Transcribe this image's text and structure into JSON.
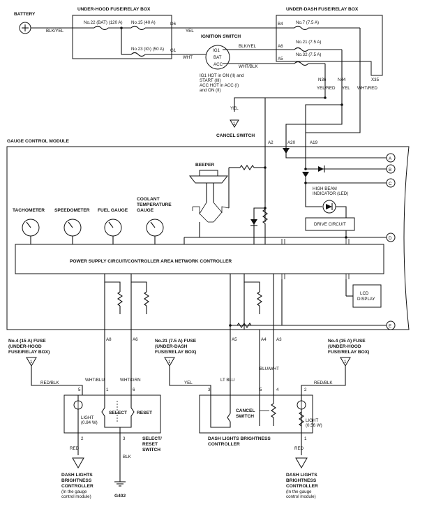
{
  "labels": {
    "battery": "BATTERY",
    "under_hood_box": "UNDER-HOOD FUSE/RELAY BOX",
    "under_dash_box": "UNDER-DASH FUSE/RELAY BOX",
    "fuse22": "No.22 (BAT) (120 A)",
    "fuse15": "No.15 (40 A)",
    "fuse23": "No.23 (IG) (50 A)",
    "fuse7": "No.7 (7.5 A)",
    "fuse21": "No.21 (7.5 A)",
    "fuse32": "No.32 (7.5 A)",
    "ignition_switch": "IGNITION SWITCH",
    "ig1": "IG1",
    "bat": "BAT",
    "acc": "ACC",
    "ign_note": [
      "IG1 HOT in ON (II) and",
      "START (III)",
      "ACC HOT in ACC (I)",
      "and ON (II)"
    ],
    "cancel_switch_top": "CANCEL SWITCH",
    "gcm": "GAUGE CONTROL MODULE",
    "beeper": "BEEPER",
    "tachometer": "TACHOMETER",
    "speedometer": "SPEEDOMETER",
    "fuel_gauge": "FUEL GAUGE",
    "coolant": [
      "COOLANT",
      "TEMPERATURE",
      "GAUGE"
    ],
    "high_beam": [
      "HIGH BEAM",
      "INDICATOR (LED)"
    ],
    "drive_circuit": "DRIVE CIRCUIT",
    "power_supply": "POWER SUPPLY CIRCUIT/CONTROLLER AREA NETWORK CONTROLLER",
    "lcd": [
      "LCD",
      "DISPLAY"
    ],
    "fuse4_left": [
      "No.4 (15 A) FUSE",
      "(UNDER-HOOD",
      "FUSE/RELAY BOX)"
    ],
    "fuse21_mid": [
      "No.21 (7.5 A) FUSE",
      "(UNDER-DASH",
      "FUSE/RELAY BOX)"
    ],
    "fuse4_right": [
      "No.4 (15 A) FUSE",
      "(UNDER-HOOD",
      "FUSE/RELAY BOX)"
    ],
    "light_left": [
      "LIGHT",
      "(0.84 W)"
    ],
    "select": "SELECT",
    "reset": "RESET",
    "select_reset_switch": [
      "SELECT/",
      "RESET",
      "SWITCH"
    ],
    "cancel_switch_bottom": [
      "CANCEL",
      "SWITCH"
    ],
    "light_right": [
      "LIGHT",
      "(0.56 W)"
    ],
    "dash_ctrl_mid": [
      "DASH LIGHTS BRIGHTNESS",
      "CONTROLLER"
    ],
    "dash_ctrl_left": [
      "DASH LIGHTS",
      "BRIGHTNESS",
      "CONTROLLER",
      "(In the gauge",
      "control module)"
    ],
    "dash_ctrl_right": [
      "DASH LIGHTS",
      "BRIGHTNESS",
      "CONTROLLER",
      "(In the gauge",
      "control module)"
    ],
    "ground": "G402"
  },
  "wires": {
    "blk_yel": "BLK/YEL",
    "yel_d6": "YEL",
    "wht_g1": "WHT",
    "blk_yel_a6": "BLK/YEL",
    "wht_blk_a5": "WHT/BLK",
    "yel_red": "YEL/RED",
    "yel_n44": "YEL",
    "wht_red": "WHT/RED",
    "yel_cancel": "YEL",
    "red_blk_left": "RED/BLK",
    "wht_blu": "WHT/BLU",
    "wht_grn": "WHT/GRN",
    "red_left": "RED",
    "blk_left": "BLK",
    "yel_mid": "YEL",
    "lt_blu": "LT BLU",
    "blu_wht": "BLU/WHT",
    "red_blk_right": "RED/BLK",
    "red_right": "RED"
  },
  "pins": {
    "d6": "D6",
    "g1": "G1",
    "b4": "B4",
    "a6": "A6",
    "a5": "A5",
    "n36": "N36",
    "n44": "N44",
    "x35": "X35",
    "a2": "A2",
    "a20": "A20",
    "a19": "A19",
    "bot_a8": "A8",
    "bot_a6": "A6",
    "bot_a5": "A5",
    "bot_a4": "A4",
    "bot_a3": "A3",
    "left_5": "5",
    "left_1": "1",
    "left_6": "6",
    "left_2": "2",
    "left_3": "3",
    "mid_3": "3",
    "mid_5": "5",
    "mid_4": "4",
    "right_2": "2",
    "right_1": "1"
  },
  "connectors": [
    "A",
    "B",
    "C",
    "D",
    "E"
  ],
  "icons": [
    "battery-icon",
    "fuse-icon",
    "gauge-icon",
    "diode-icon",
    "led-icon",
    "resistor-icon",
    "bulb-icon",
    "ground-icon",
    "beeper-icon"
  ]
}
